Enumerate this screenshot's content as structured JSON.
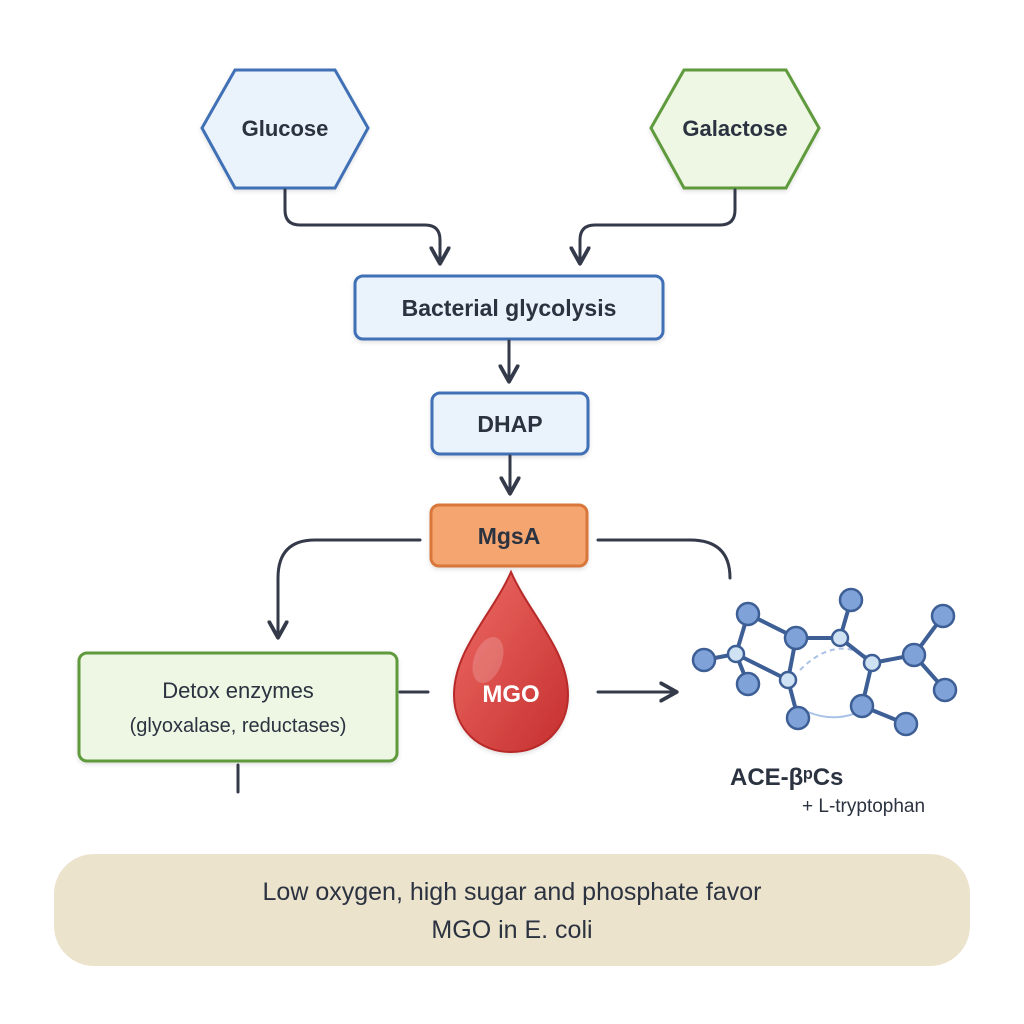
{
  "nodes": {
    "glucose": "Glucose",
    "galactose": "Galactose",
    "glycolysis": "Bacterial glycolysis",
    "dhap": "DHAP",
    "mgsa": "MgsA",
    "mgo": "MGO",
    "detox_title": "Detox enzymes",
    "detox_subtitle": "(glyoxalase, reductases)",
    "product_name": "ACE-βᵖCs",
    "product_additive": "+ L-tryptophan"
  },
  "footer": {
    "line1": "Low oxygen, high sugar and phosphate favor",
    "line2": "MGO in E. coli"
  },
  "colors": {
    "blue_fill": "#eaf2fb",
    "blue_stroke": "#3f6fb5",
    "green_fill": "#eef6e4",
    "green_stroke": "#5f9a3e",
    "orange_fill": "#f4a56f",
    "orange_stroke": "#d9773a",
    "drop_red": "#d94040",
    "footer_bg": "#ece3cc"
  }
}
